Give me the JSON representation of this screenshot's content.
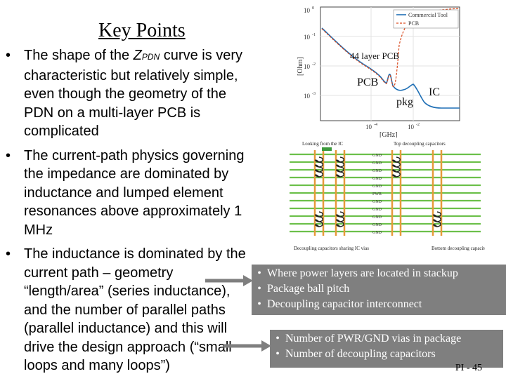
{
  "title": "Key Points",
  "bullets": [
    {
      "pre": "The shape of the ",
      "z": "Z",
      "sub": "PDN",
      "post": " curve is very characteristic but relatively simple, even though the geometry of the PDN on a multi-layer PCB is complicated"
    },
    {
      "text": "The current-path physics governing the impedance are dominated by inductance and lumped element resonances above approximately 1 MHz"
    },
    {
      "text": "The inductance is dominated by the current path – geometry “length/area” (series inductance), and the number of parallel paths (parallel inductance) and this will drive the design approach (“small loops and many loops”)"
    }
  ],
  "callout1": [
    "Where power layers are located in stackup",
    "Package ball pitch",
    "Decoupling capacitor interconnect"
  ],
  "callout2": [
    "Number of PWR/GND vias in package",
    "Number of decoupling capacitors"
  ],
  "page_number": "PI - 45",
  "plot": {
    "ylabel": "[Ohm]",
    "xlabel": "[GHz]",
    "yticks": [
      "10",
      "10",
      "10",
      "10"
    ],
    "yexp": [
      "0",
      "-1",
      "-2",
      "-3"
    ],
    "xticks": [
      "10",
      "10"
    ],
    "xexp": [
      "-4",
      "-2"
    ],
    "legend": [
      "Commercial Tool",
      "PCB"
    ],
    "annotations": [
      "44 layer PCB",
      "PCB",
      "pkg",
      "IC"
    ]
  },
  "diagram": {
    "top_left": "Looking from the IC",
    "top_right": "Top decoupling capacitors",
    "bottom_left": "Decoupling capacitors sharing IC vias",
    "bottom_right": "Bottom decoupling capacitors",
    "layers": [
      "GND",
      "GND",
      "GND",
      "GND",
      "GND",
      "PWR",
      "GND",
      "GND",
      "GND",
      "GND",
      "GND"
    ]
  },
  "colors": {
    "callout_bg": "#7f7f7f",
    "curve_blue": "#1f6fb5",
    "curve_red": "#d9481c",
    "layer_green": "#6cc04a",
    "via_orange": "#e69a3a"
  }
}
